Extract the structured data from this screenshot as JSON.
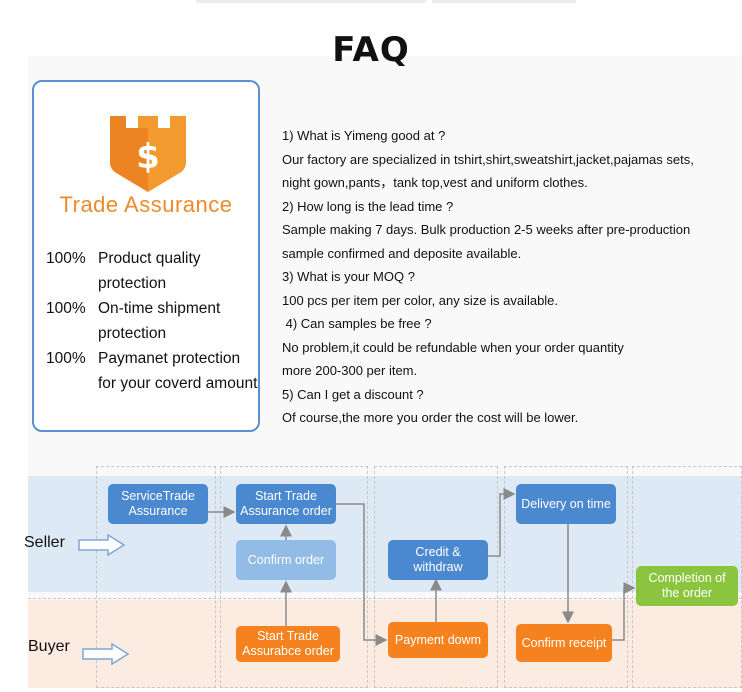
{
  "page": {
    "title": "FAQ"
  },
  "trade_assurance": {
    "logo_icon": "dollar-shield-icon",
    "brand_color": "#ef8a2a",
    "name": "Trade Assurance",
    "items": [
      {
        "pct": "100%",
        "text": "Product quality protection"
      },
      {
        "pct": "100%",
        "text": "On-time shipment protection"
      },
      {
        "pct": "100%",
        "text": "Paymanet protection for your coverd amount"
      }
    ]
  },
  "faq": {
    "lines": [
      "1) What is Yimeng good at ?",
      "Our factory are specialized in tshirt,shirt,sweatshirt,jacket,pajamas sets,",
      "night gown,pants，tank top,vest and uniform clothes.",
      "2) How long is the lead time ?",
      "Sample making 7 days.  Bulk production 2-5 weeks after pre-production",
      "sample confirmed and deposite available.",
      "3) What is your MOQ ?",
      "100 pcs per item per color, any size is available.",
      " 4) Can samples be free ?",
      "No problem,it could be refundable when your order quantity",
      "more 200-300 per item.",
      "5) Can I get a discount ?",
      "Of course,the more you order the cost will be lower."
    ]
  },
  "flow": {
    "lanes": {
      "seller": "Seller",
      "buyer": "Buyer"
    },
    "colors": {
      "blue": "#4a88cf",
      "light_blue": "#92bbe6",
      "orange": "#f5821f",
      "green": "#8bc53f"
    },
    "nodes": {
      "service_trade_assurance": "ServiceTrade Assurance",
      "start_trade_assurance_order_seller": "Start  Trade Assurance order",
      "confirm_order": "Confirm order",
      "start_trade_assurance_order_buyer": "Start Trade Assurabce order",
      "credit_withdraw": "Credit & withdraw",
      "payment_down": "Payment dowm",
      "delivery_on_time": "Delivery on time",
      "confirm_receipt": "Confirm receipt",
      "completion_of_order": "Completion of the order"
    }
  }
}
